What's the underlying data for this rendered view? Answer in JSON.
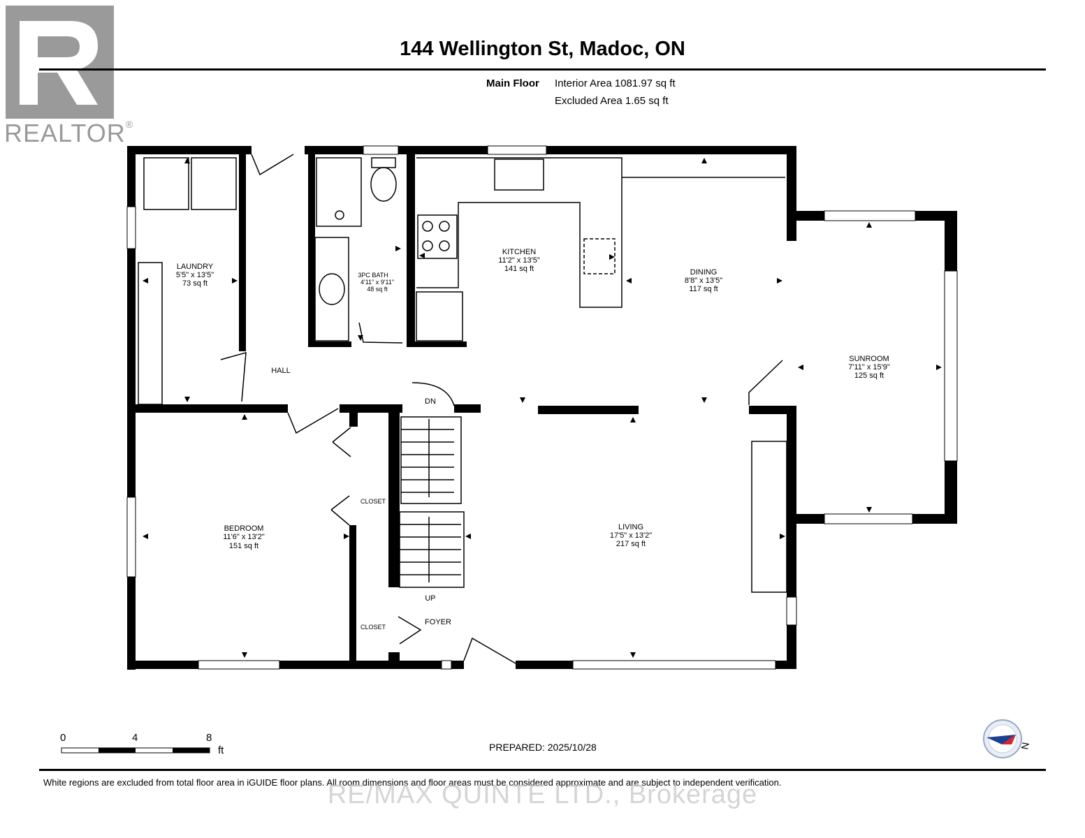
{
  "header": {
    "title": "144 Wellington St, Madoc, ON",
    "floor_label": "Main Floor",
    "interior_area": "Interior Area 1081.97 sq ft",
    "excluded_area": "Excluded Area 1.65 sq ft"
  },
  "logo": {
    "text": "REALTOR",
    "reg": "®"
  },
  "rooms": {
    "laundry": {
      "name": "LAUNDRY",
      "dims": "5'5\" x 13'5\"",
      "area": "73 sq ft"
    },
    "bath": {
      "name": "3PC BATH",
      "dims": "4'11\" x 9'11\"",
      "area": "48 sq ft"
    },
    "kitchen": {
      "name": "KITCHEN",
      "dims": "11'2\" x 13'5\"",
      "area": "141 sq ft"
    },
    "dining": {
      "name": "DINING",
      "dims": "8'8\" x 13'5\"",
      "area": "117 sq ft"
    },
    "sunroom": {
      "name": "SUNROOM",
      "dims": "7'11\" x 15'9\"",
      "area": "125 sq ft"
    },
    "bedroom": {
      "name": "BEDROOM",
      "dims": "11'6\" x 13'2\"",
      "area": "151 sq ft"
    },
    "living": {
      "name": "LIVING",
      "dims": "17'5\" x 13'2\"",
      "area": "217 sq ft"
    }
  },
  "labels": {
    "hall": "HALL",
    "closet_1": "CLOSET",
    "closet_2": "CLOSET",
    "foyer": "FOYER",
    "stairs_down": "DN",
    "stairs_up": "UP"
  },
  "scale": {
    "ticks": [
      "0",
      "4",
      "8"
    ],
    "unit": "ft"
  },
  "compass": {
    "label": "N",
    "accent": "#e0202a"
  },
  "footer": {
    "prepared": "PREPARED: 2025/10/28",
    "disclaimer": "White regions are excluded from total floor area in iGUIDE floor plans. All room dimensions and floor areas must be considered approximate and are subject to independent verification.",
    "watermark": "RE/MAX QUINTE LTD., Brokerage"
  }
}
